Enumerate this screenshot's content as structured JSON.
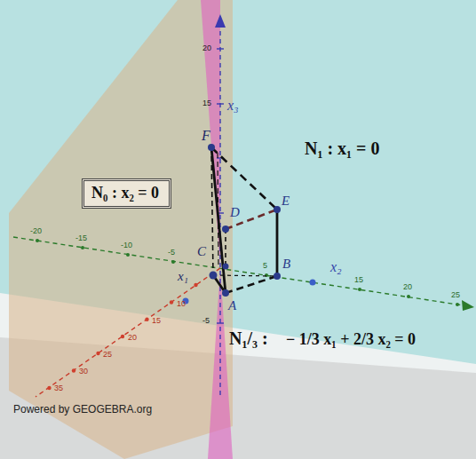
{
  "diagram": {
    "nodes": [
      {
        "text": [
          "N₀ : x₂ = 0"
        ]
      }
    ],
    "labels": [
      "20",
      "15",
      "x₃",
      "F",
      "N₁ : x₁ = 0",
      "D",
      "E",
      "-20",
      "-15",
      "-10",
      "-5",
      "C",
      "B",
      "x₂",
      "5",
      "15",
      "20",
      "25",
      "x₁",
      "-5",
      "A",
      "N₁/₃ :",
      "− 1/3 x₁ + 2/3 x₂ = 0",
      "10",
      "15",
      "20",
      "25",
      "30",
      "35",
      "Powered by GEOGEBRA.org"
    ]
  }
}
